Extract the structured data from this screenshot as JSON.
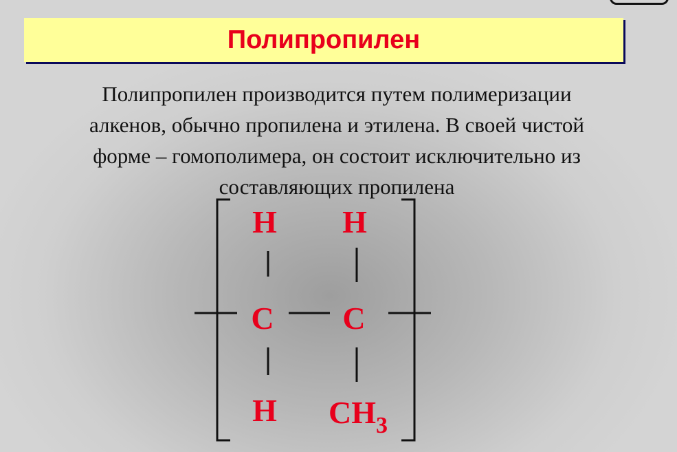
{
  "slide": {
    "title": "Полипропилен",
    "paragraph_lines": [
      "Полипропилен производится путем полимеризации",
      "алкенов, обычно пропилена и этилена. В своей чистой",
      "форме – гомополимера, он состоит исключительно из",
      "составляющих пропилена"
    ]
  },
  "structure": {
    "top_left": "H",
    "top_right": "H",
    "center_left": "C",
    "center_right": "C",
    "bottom_left": "H",
    "bottom_right_main": "CH",
    "bottom_right_sub": "3"
  },
  "colors": {
    "title": "#e8001c",
    "title_bg": "#ffff99",
    "atoms": "#e8001c"
  }
}
